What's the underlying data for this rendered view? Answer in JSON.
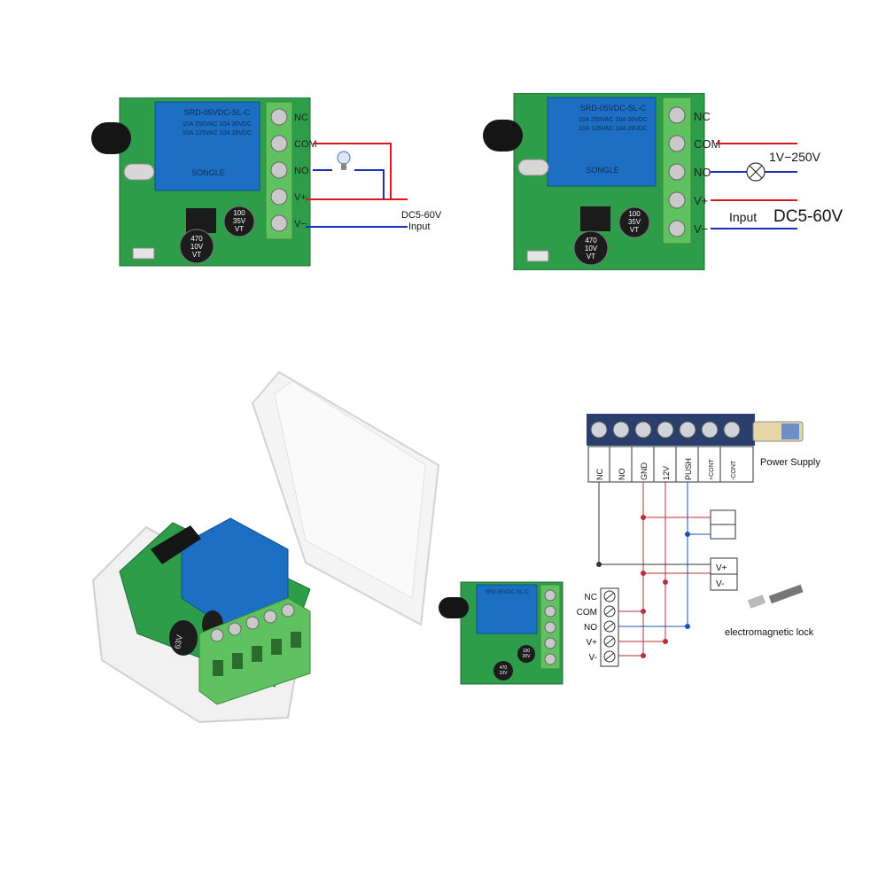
{
  "panel1": {
    "relay_model": "SRD-05VDC-SL-C",
    "relay_rating1": "10A 250VAC  10A 30VDC",
    "relay_rating2": "10A 125VAC  10A 28VDC",
    "relay_brand": "SONGLE",
    "cap_large": [
      "470",
      "10V",
      "VT"
    ],
    "cap_small": [
      "100",
      "35V",
      "VT"
    ],
    "terminals": [
      "NC",
      "COM",
      "NO",
      "V+",
      "V−"
    ],
    "supply_label": "DC5-60V",
    "input_label": "Input"
  },
  "panel2": {
    "relay_model": "SRD-05VDC-SL-C",
    "relay_rating1": "10A 250VAC  10A 30VDC",
    "relay_rating2": "10A 125VAC  10A 28VDC",
    "relay_brand": "SONGLE",
    "cap_large": [
      "470",
      "10V",
      "VT"
    ],
    "cap_small": [
      "100",
      "35V",
      "VT"
    ],
    "terminals": [
      "NC",
      "COM",
      "NO",
      "V+",
      "V−"
    ],
    "load_label": "1V−250V",
    "input_label": "Input",
    "supply_label": "DC5-60V"
  },
  "panel3": {
    "cap_label": "63V"
  },
  "panel4": {
    "top_terminals": [
      "NC",
      "NO",
      "GND",
      "12V",
      "PUSH",
      "+CONT",
      "-CONT"
    ],
    "power_supply_label": "Power Supply",
    "vplus_label": "V+",
    "vminus_label": "V-",
    "board_terminals": [
      "NC",
      "COM",
      "NO",
      "V+",
      "V-"
    ],
    "lock_label": "electromagnetic lock",
    "relay_model": "SRD-05VDC-SL-C",
    "cap_small": [
      "100",
      "35V"
    ],
    "cap_large": [
      "470",
      "10V"
    ]
  },
  "colors": {
    "pcb": "#2e9d4a",
    "relay": "#1d6fc3",
    "wire_red": "#d8181f",
    "wire_blue": "#1a2fb8",
    "terminal_block": "#5fc15f",
    "dark_terminal": "#2a3f6e"
  }
}
